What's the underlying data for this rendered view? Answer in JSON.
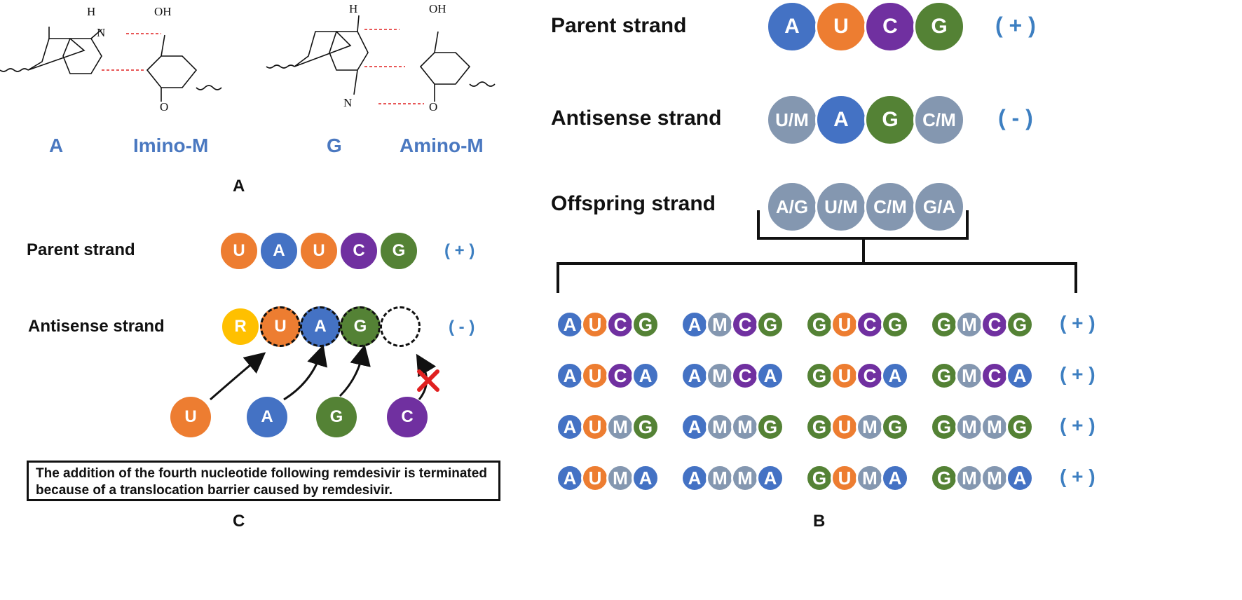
{
  "colors": {
    "A": "#4472c4",
    "U": "#ed7d31",
    "C": "#7030a0",
    "G": "#548235",
    "M": "#8497b0",
    "R": "#ffc000",
    "empty": "#ffffff",
    "sign": "#3d7fc1",
    "hbond": "#e02020",
    "cross": "#e02020"
  },
  "panel_a": {
    "letter": "A",
    "pair1": {
      "left_label": "A",
      "right_label": "Imino-M",
      "atoms": {
        "h": "H",
        "n": "N",
        "oh": "OH",
        "o": "O"
      }
    },
    "pair2": {
      "left_label": "G",
      "right_label": "Amino-M",
      "atoms": {
        "h": "H",
        "n": "N",
        "oh": "OH",
        "o": "O"
      }
    }
  },
  "panel_b": {
    "letter": "B",
    "rows": [
      {
        "label": "Parent strand",
        "sign": "( + )",
        "bases": [
          "A",
          "U",
          "C",
          "G"
        ]
      },
      {
        "label": "Antisense strand",
        "sign": "( - )",
        "bases": [
          "U/M",
          "A",
          "G",
          "C/M"
        ]
      },
      {
        "label": "Offspring strand",
        "sign": "",
        "bases": [
          "A/G",
          "U/M",
          "C/M",
          "G/A"
        ]
      }
    ],
    "offspring_sign": "( + )",
    "offspring_grid": [
      [
        [
          "A",
          "U",
          "C",
          "G"
        ],
        [
          "A",
          "M",
          "C",
          "G"
        ],
        [
          "G",
          "U",
          "C",
          "G"
        ],
        [
          "G",
          "M",
          "C",
          "G"
        ]
      ],
      [
        [
          "A",
          "U",
          "C",
          "A"
        ],
        [
          "A",
          "M",
          "C",
          "A"
        ],
        [
          "G",
          "U",
          "C",
          "A"
        ],
        [
          "G",
          "M",
          "C",
          "A"
        ]
      ],
      [
        [
          "A",
          "U",
          "M",
          "G"
        ],
        [
          "A",
          "M",
          "M",
          "G"
        ],
        [
          "G",
          "U",
          "M",
          "G"
        ],
        [
          "G",
          "M",
          "M",
          "G"
        ]
      ],
      [
        [
          "A",
          "U",
          "M",
          "A"
        ],
        [
          "A",
          "M",
          "M",
          "A"
        ],
        [
          "G",
          "U",
          "M",
          "A"
        ],
        [
          "G",
          "M",
          "M",
          "A"
        ]
      ]
    ]
  },
  "panel_c": {
    "letter": "C",
    "parent": {
      "label": "Parent strand",
      "sign": "( + )",
      "bases": [
        "U",
        "A",
        "U",
        "C",
        "G"
      ]
    },
    "antisense": {
      "label": "Antisense strand",
      "sign": "( - )",
      "bases": [
        "R",
        "U",
        "A",
        "G",
        ""
      ]
    },
    "incoming": [
      "U",
      "A",
      "G",
      "C"
    ],
    "note": "The addition of the fourth nucleotide following remdesivir is terminated because of a translocation barrier caused by remdesivir."
  }
}
